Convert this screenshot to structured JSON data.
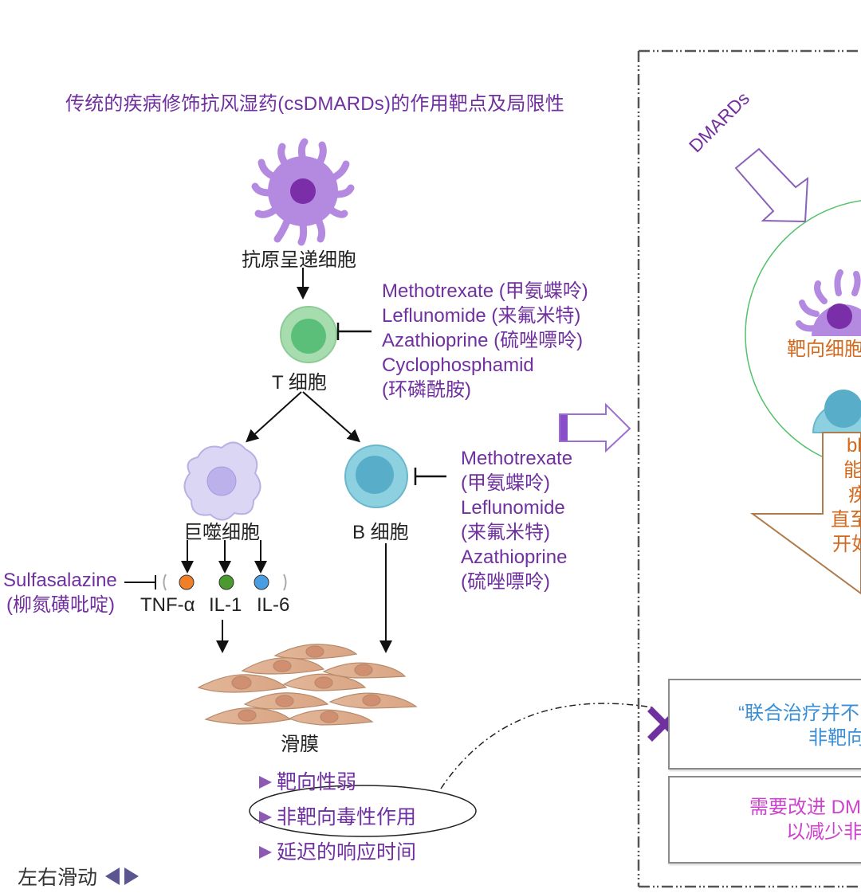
{
  "title": "传统的疾病修饰抗风湿药(csDMARDs)的作用靶点及局限性",
  "cells": {
    "apc": "抗原呈递细胞",
    "t_cell": "T 细胞",
    "macrophage": "巨噬细胞",
    "b_cell": "B 细胞",
    "synovium": "滑膜"
  },
  "t_cell_drugs": [
    "Methotrexate (甲氨蝶呤)",
    "Leflunomide (来氟米特)",
    "Azathioprine (硫唑嘌呤)",
    "Cyclophosphamid",
    "(环磷酰胺)"
  ],
  "b_cell_drugs": [
    "Methotrexate",
    "(甲氨蝶呤)",
    "Leflunomide",
    "(来氟米特)",
    "Azathioprine",
    "(硫唑嘌呤)"
  ],
  "cytokine_drug": {
    "name": "Sulfasalazine",
    "cn": "(柳氮磺吡啶)"
  },
  "cytokines": [
    {
      "label": "TNF-α",
      "color": "#f07f2a"
    },
    {
      "label": "IL-1",
      "color": "#4a9a2e"
    },
    {
      "label": "IL-6",
      "color": "#4a9de0"
    }
  ],
  "limitations": [
    "靶向性弱",
    "非靶向毒性作用",
    "延迟的响应时间"
  ],
  "swipe_hint": "左右滑动",
  "right_panel": {
    "arrow_label": "DMARDs",
    "target_cell_label": "靶向细胞",
    "orange_box_lines": [
      "bl",
      "能",
      "疾",
      "直至",
      "开如"
    ],
    "box1_lines": [
      "“联合治疗并不",
      "非靶向"
    ],
    "box2_lines": [
      "需要改进 DM",
      "以减少非"
    ]
  },
  "colors": {
    "accent_purple": "#7030a0",
    "orange": "#d2691e",
    "blue_text": "#3a8fd6",
    "pink_text": "#cc44cc"
  }
}
